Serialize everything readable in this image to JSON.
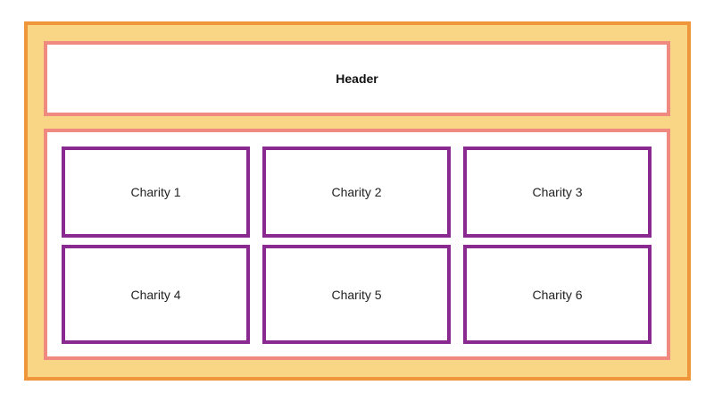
{
  "header": {
    "label": "Header"
  },
  "charities": [
    {
      "label": "Charity 1"
    },
    {
      "label": "Charity 2"
    },
    {
      "label": "Charity 3"
    },
    {
      "label": "Charity 4"
    },
    {
      "label": "Charity 5"
    },
    {
      "label": "Charity 6"
    }
  ],
  "colors": {
    "outer_border": "#F0963A",
    "outer_fill": "#F8D686",
    "section_border": "#F08A80",
    "card_border": "#8A2A90"
  }
}
